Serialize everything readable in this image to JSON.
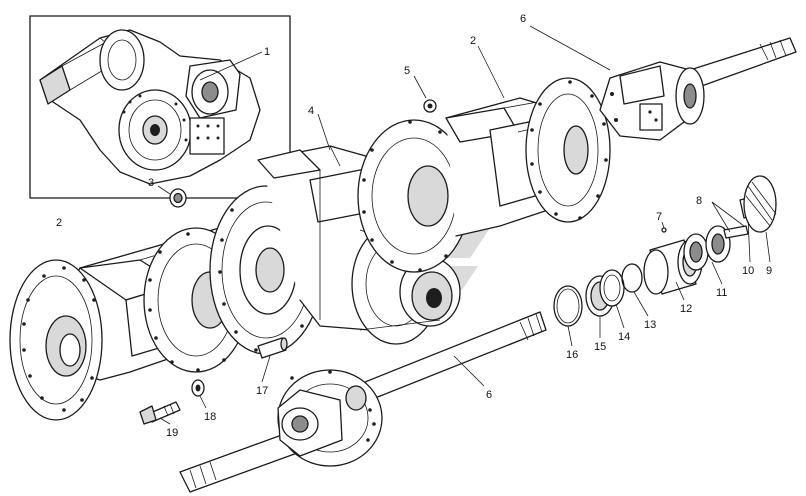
{
  "diagram": {
    "type": "exploded-parts-view",
    "subject": "drive axle assembly",
    "callouts": [
      {
        "id": "c1",
        "label": "1"
      },
      {
        "id": "c2a",
        "label": "2"
      },
      {
        "id": "c2b",
        "label": "2"
      },
      {
        "id": "c3",
        "label": "3"
      },
      {
        "id": "c4",
        "label": "4"
      },
      {
        "id": "c5",
        "label": "5"
      },
      {
        "id": "c6a",
        "label": "6"
      },
      {
        "id": "c6b",
        "label": "6"
      },
      {
        "id": "c7",
        "label": "7"
      },
      {
        "id": "c8",
        "label": "8"
      },
      {
        "id": "c9",
        "label": "9"
      },
      {
        "id": "c10",
        "label": "10"
      },
      {
        "id": "c11",
        "label": "11"
      },
      {
        "id": "c12",
        "label": "12"
      },
      {
        "id": "c13",
        "label": "13"
      },
      {
        "id": "c14",
        "label": "14"
      },
      {
        "id": "c15",
        "label": "15"
      },
      {
        "id": "c16",
        "label": "16"
      },
      {
        "id": "c17",
        "label": "17"
      },
      {
        "id": "c18",
        "label": "18"
      },
      {
        "id": "c19",
        "label": "19"
      }
    ]
  },
  "colors": {
    "line": "#1a1a1a",
    "part_fill": "#ffffff",
    "shade": "#d9d9d9",
    "dark": "#1e1e1e",
    "watermark": "#bdbdbd"
  }
}
